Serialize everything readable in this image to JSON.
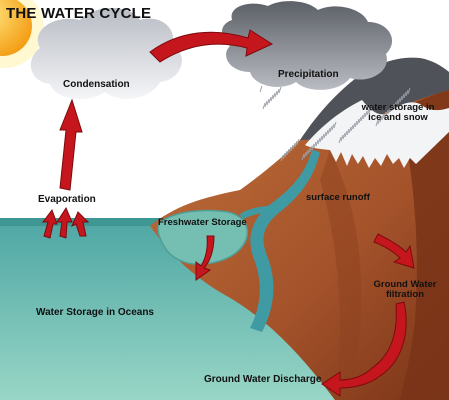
{
  "title": "THE WATER CYCLE",
  "labels": {
    "condensation": "Condensation",
    "precipitation": "Precipitation",
    "ice_snow_line1": "water storage in",
    "ice_snow_line2": "ice and snow",
    "evaporation": "Evaporation",
    "freshwater": "Freshwater Storage",
    "surface_runoff": "surface runoff",
    "ground_filtration_line1": "Ground Water",
    "ground_filtration_line2": "filtration",
    "oceans": "Water Storage in Oceans",
    "ground_discharge": "Ground Water Discharge"
  },
  "colors": {
    "sky": "#ffffff",
    "sun": "#f6b21a",
    "cloud_light": "#e2e4e8",
    "cloud_dark": "#6d7178",
    "ocean_top": "#5fb3ac",
    "ocean_bottom": "#8fd0c0",
    "land_light": "#b5602e",
    "land_dark": "#7a3418",
    "snow": "#f2f4f6",
    "mountain_rock": "#55585e",
    "river": "#3f9aa3",
    "arrow": "#c4161c"
  }
}
